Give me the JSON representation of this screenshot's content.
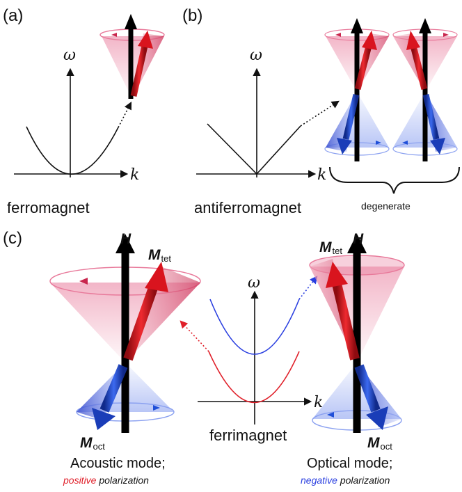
{
  "panels": {
    "a": {
      "label": "(a)",
      "y_axis": "ω",
      "x_axis": "k",
      "caption": "ferromagnet"
    },
    "b": {
      "label": "(b)",
      "y_axis": "ω",
      "x_axis": "k",
      "caption": "antiferromagnet",
      "brace_label": "degenerate"
    },
    "c": {
      "label": "(c)",
      "y_axis": "ω",
      "x_axis": "k",
      "caption": "ferrimagnet",
      "field": "H",
      "m_tet": {
        "main": "M",
        "sub": "tet"
      },
      "m_oct": {
        "main": "M",
        "sub": "oct"
      },
      "acoustic": {
        "title": "Acoustic mode;",
        "pol_word": "positive",
        "pol_rest": " polarization",
        "pol_color": "#e0202a"
      },
      "optical": {
        "title": "Optical mode;",
        "pol_word": "negative",
        "pol_rest": " polarization",
        "pol_color": "#2a3fe0"
      }
    }
  },
  "colors": {
    "spin_red": "#d9141e",
    "spin_blue": "#1f4fd8",
    "cone_red": "#e8799a",
    "cone_blue": "#8aa0f0",
    "field_arrow": "#000000",
    "acoustic_branch": "#e0202a",
    "optical_branch": "#2a3fe0"
  }
}
